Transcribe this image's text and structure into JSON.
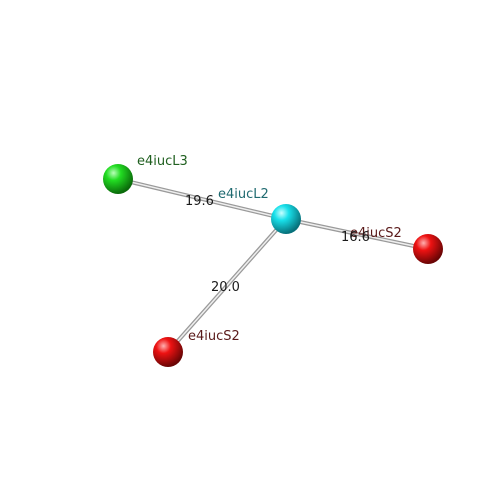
{
  "nodes": [
    {
      "id": "L3",
      "label": "e4iucL3",
      "color": "#1ec81e",
      "label_color": "#1f5f1f"
    },
    {
      "id": "L2",
      "label": "e4iucL2",
      "color": "#12d6e0",
      "label_color": "#1f6a70"
    },
    {
      "id": "S2a",
      "label": "e4iucS2",
      "color": "#e01010",
      "label_color": "#5a1a1a"
    },
    {
      "id": "S2b",
      "label": "e4iucS2",
      "color": "#e01010",
      "label_color": "#5a1a1a"
    }
  ],
  "edges": [
    {
      "from": "L2",
      "to": "L3",
      "label": "19.6"
    },
    {
      "from": "L2",
      "to": "S2a",
      "label": "16.6"
    },
    {
      "from": "L2",
      "to": "S2b",
      "label": "20.0"
    }
  ]
}
